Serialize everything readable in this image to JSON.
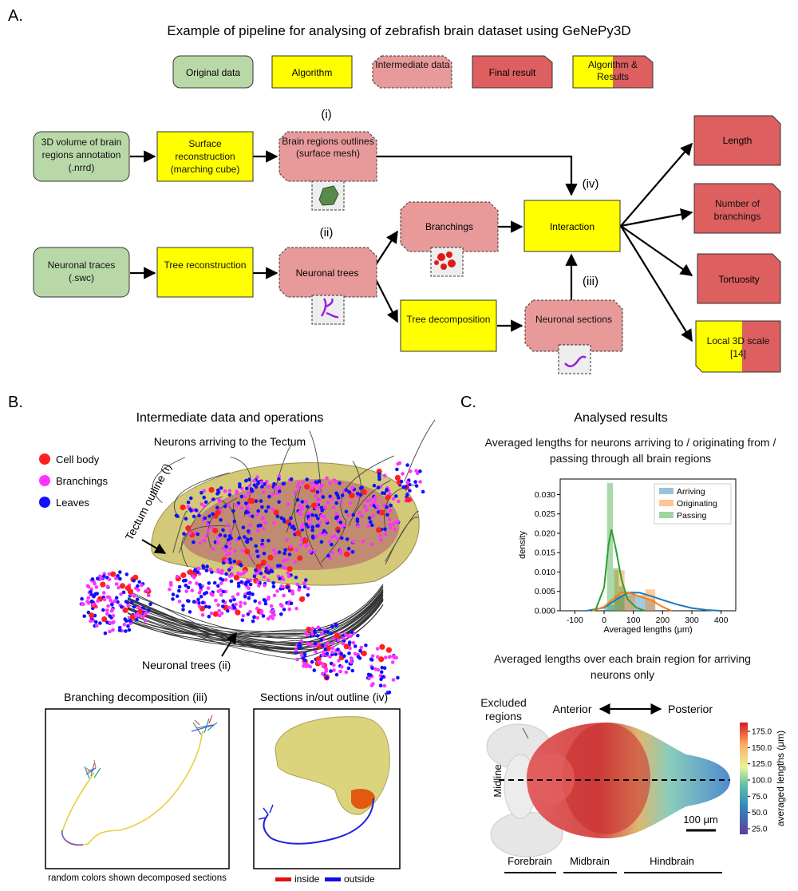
{
  "panel_a": {
    "letter": "A.",
    "title": "Example of pipeline for analysing of zebrafish brain dataset using GeNePy3D",
    "legend": [
      "Original data",
      "Algorithm",
      "Intermediate data",
      "Final result",
      "Algorithm & Results"
    ],
    "nodes": {
      "volume": "3D volume of brain regions annotation (.nrrd)",
      "surface": "Surface reconstruction (marching cube)",
      "outlines": "Brain regions outlines (surface mesh)",
      "traces": "Neuronal traces (.swc)",
      "tree_rec": "Tree reconstruction",
      "trees": "Neuronal trees",
      "branchings": "Branchings",
      "decomposition": "Tree decomposition",
      "sections": "Neuronal sections",
      "interaction": "Interaction",
      "length": "Length",
      "nbranch": "Number of branchings",
      "tortuosity": "Tortuosity",
      "local3d": "Local 3D scale [14]"
    },
    "markers": {
      "i": "(i)",
      "ii": "(ii)",
      "iii": "(iii)",
      "iv": "(iv)"
    },
    "colors": {
      "original": "#b9d8a8",
      "algorithm": "#ffff00",
      "intermediate": "#e8999a",
      "final": "#dd5f5f"
    }
  },
  "panel_b": {
    "letter": "B.",
    "title": "Intermediate data and operations",
    "subtitle": "Neurons arriving to the Tectum",
    "legend": [
      {
        "label": "Cell body",
        "color": "#ff2020"
      },
      {
        "label": "Branchings",
        "color": "#ff33ff"
      },
      {
        "label": "Leaves",
        "color": "#1010ff"
      }
    ],
    "tectum_label": "Tectum outline (i)",
    "trees_label": "Neuronal trees (ii)",
    "sub1_title": "Branching decomposition (iii)",
    "sub1_caption": "random colors shown decomposed sections",
    "sub2_title": "Sections in/out outline (iv)",
    "sub2_inside": "inside",
    "sub2_outside": "outside"
  },
  "panel_c": {
    "letter": "C.",
    "title": "Analysed results",
    "chart_title": "Averaged lengths for neurons arriving to / originating from / passing through all brain regions",
    "map_title": "Averaged lengths over each brain region for arriving neurons only",
    "excluded": "Excluded regions",
    "anterior": "Anterior",
    "posterior": "Posterior",
    "midline": "Midline",
    "scale": "100 μm",
    "regions": [
      "Forebrain",
      "Midbrain",
      "Hindbrain"
    ],
    "colorbar_label": "averaged lengths (μm)",
    "colorbar_ticks": [
      "175.0",
      "150.0",
      "125.0",
      "100.0",
      "75.0",
      "50.0",
      "25.0"
    ]
  },
  "chart_data": {
    "type": "bar",
    "title": "",
    "xlabel": "Averaged lengths (μm)",
    "ylabel": "density",
    "xlim": [
      -150,
      450
    ],
    "ylim": [
      0,
      0.034
    ],
    "xticks": [
      -100,
      0,
      100,
      200,
      300,
      400
    ],
    "yticks": [
      0.0,
      0.005,
      0.01,
      0.015,
      0.02,
      0.025,
      0.03
    ],
    "legend_position": "top-right",
    "series": [
      {
        "name": "Arriving",
        "color": "#1f77b4",
        "bins": [
          [
            0,
            35,
            0.0015
          ],
          [
            35,
            70,
            0.004
          ],
          [
            70,
            105,
            0.005
          ],
          [
            105,
            140,
            0.004
          ],
          [
            140,
            175,
            0.003
          ]
        ],
        "kde": [
          [
            -60,
            0.0
          ],
          [
            0,
            0.0008
          ],
          [
            40,
            0.0028
          ],
          [
            80,
            0.0046
          ],
          [
            120,
            0.0047
          ],
          [
            160,
            0.0038
          ],
          [
            200,
            0.0028
          ],
          [
            250,
            0.0016
          ],
          [
            300,
            0.0007
          ],
          [
            350,
            0.0002
          ],
          [
            400,
            0.0
          ]
        ]
      },
      {
        "name": "Originating",
        "color": "#ff7f0e",
        "bins": [
          [
            35,
            70,
            0.0105
          ],
          [
            70,
            105,
            0.004
          ],
          [
            140,
            175,
            0.0055
          ]
        ],
        "kde": [
          [
            -40,
            0.0
          ],
          [
            0,
            0.001
          ],
          [
            30,
            0.003
          ],
          [
            60,
            0.0048
          ],
          [
            90,
            0.0045
          ],
          [
            130,
            0.0035
          ],
          [
            160,
            0.0028
          ],
          [
            200,
            0.001
          ],
          [
            230,
            0.0
          ]
        ]
      },
      {
        "name": "Passing",
        "color": "#2ca02c",
        "bins": [
          [
            10,
            30,
            0.033
          ],
          [
            30,
            50,
            0.011
          ],
          [
            50,
            70,
            0.0063
          ]
        ],
        "kde": [
          [
            -30,
            0.0
          ],
          [
            0,
            0.006
          ],
          [
            15,
            0.017
          ],
          [
            25,
            0.021
          ],
          [
            40,
            0.016
          ],
          [
            60,
            0.008
          ],
          [
            80,
            0.003
          ],
          [
            110,
            0.0008
          ],
          [
            140,
            0.0
          ]
        ]
      }
    ]
  }
}
